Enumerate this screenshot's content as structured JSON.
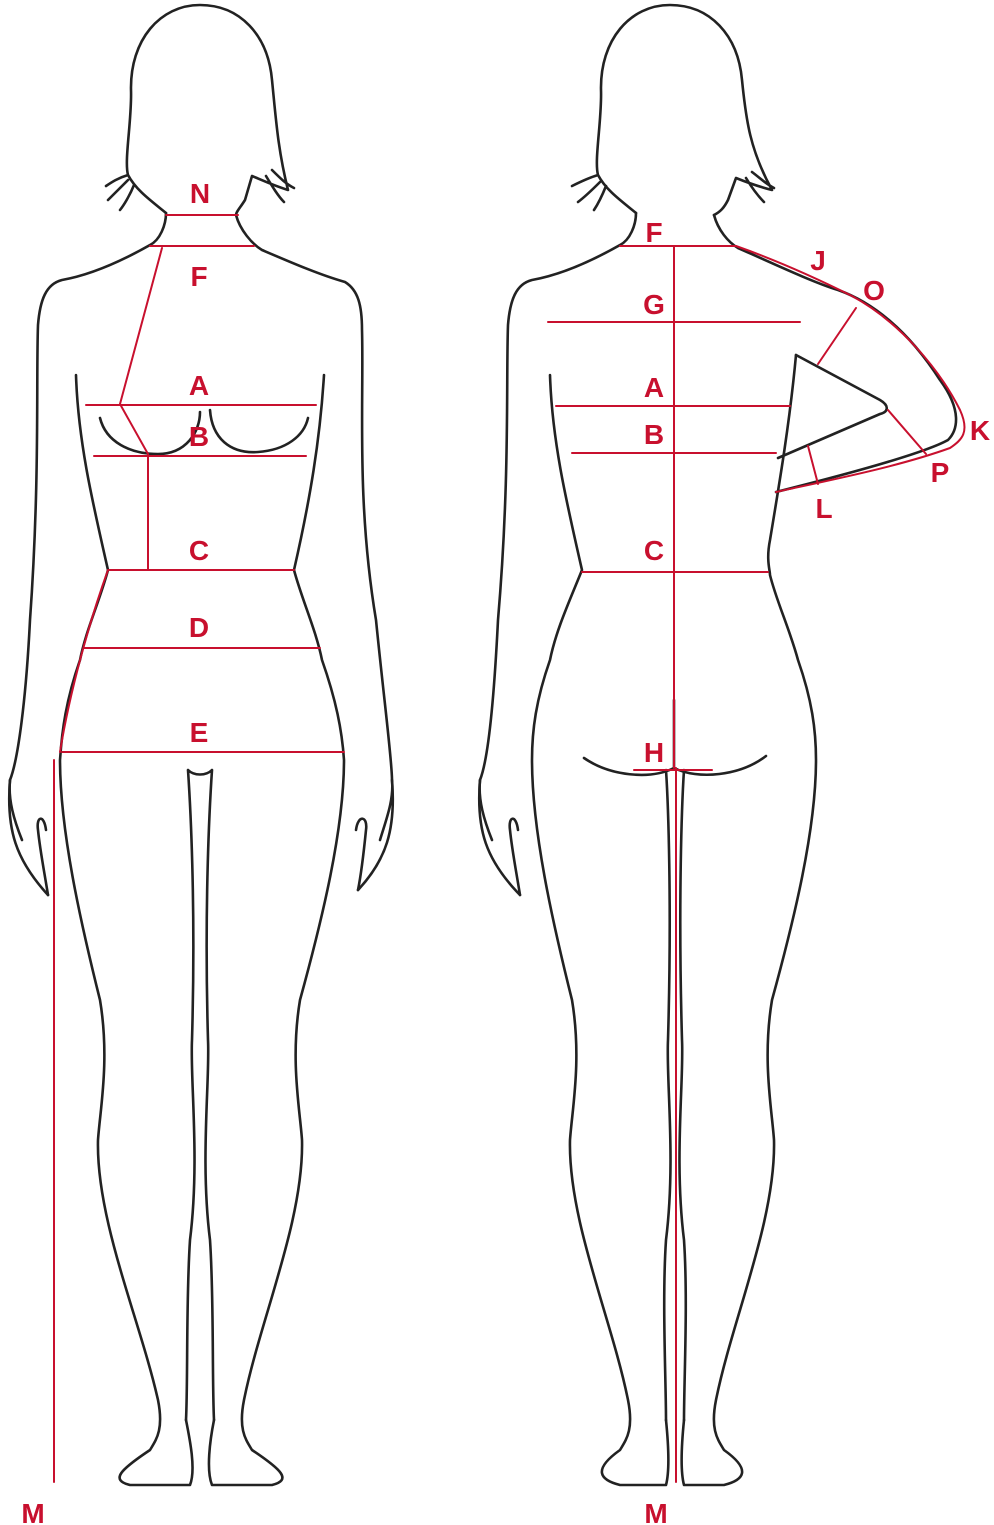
{
  "colors": {
    "outline": "#222222",
    "measure": "#c8102e",
    "background": "#ffffff"
  },
  "front": {
    "labels": {
      "N": "N",
      "F": "F",
      "A": "A",
      "B": "B",
      "C": "C",
      "D": "D",
      "E": "E",
      "M": "M"
    }
  },
  "back": {
    "labels": {
      "F": "F",
      "G": "G",
      "A": "A",
      "B": "B",
      "C": "C",
      "H": "H",
      "J": "J",
      "O": "O",
      "K": "K",
      "P": "P",
      "L": "L",
      "M": "M"
    }
  }
}
